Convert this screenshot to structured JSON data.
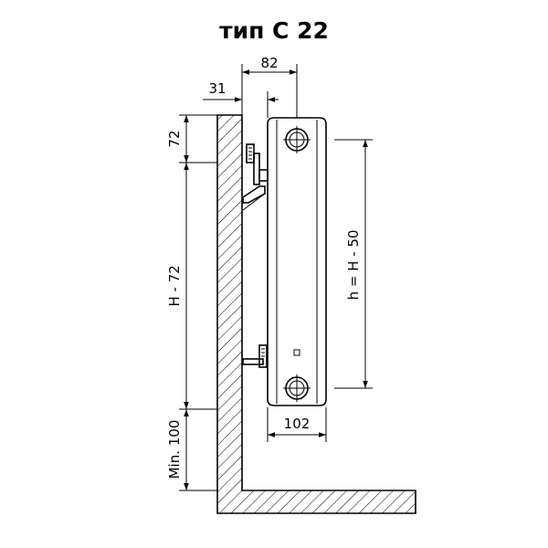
{
  "title": "тип С 22",
  "dimensions": {
    "depth_top": "82",
    "wall_gap": "31",
    "top_offset": "72",
    "height_section": "H - 72",
    "floor_gap": "Min. 100",
    "axis_distance": "h = H - 50",
    "bottom_width": "102"
  }
}
